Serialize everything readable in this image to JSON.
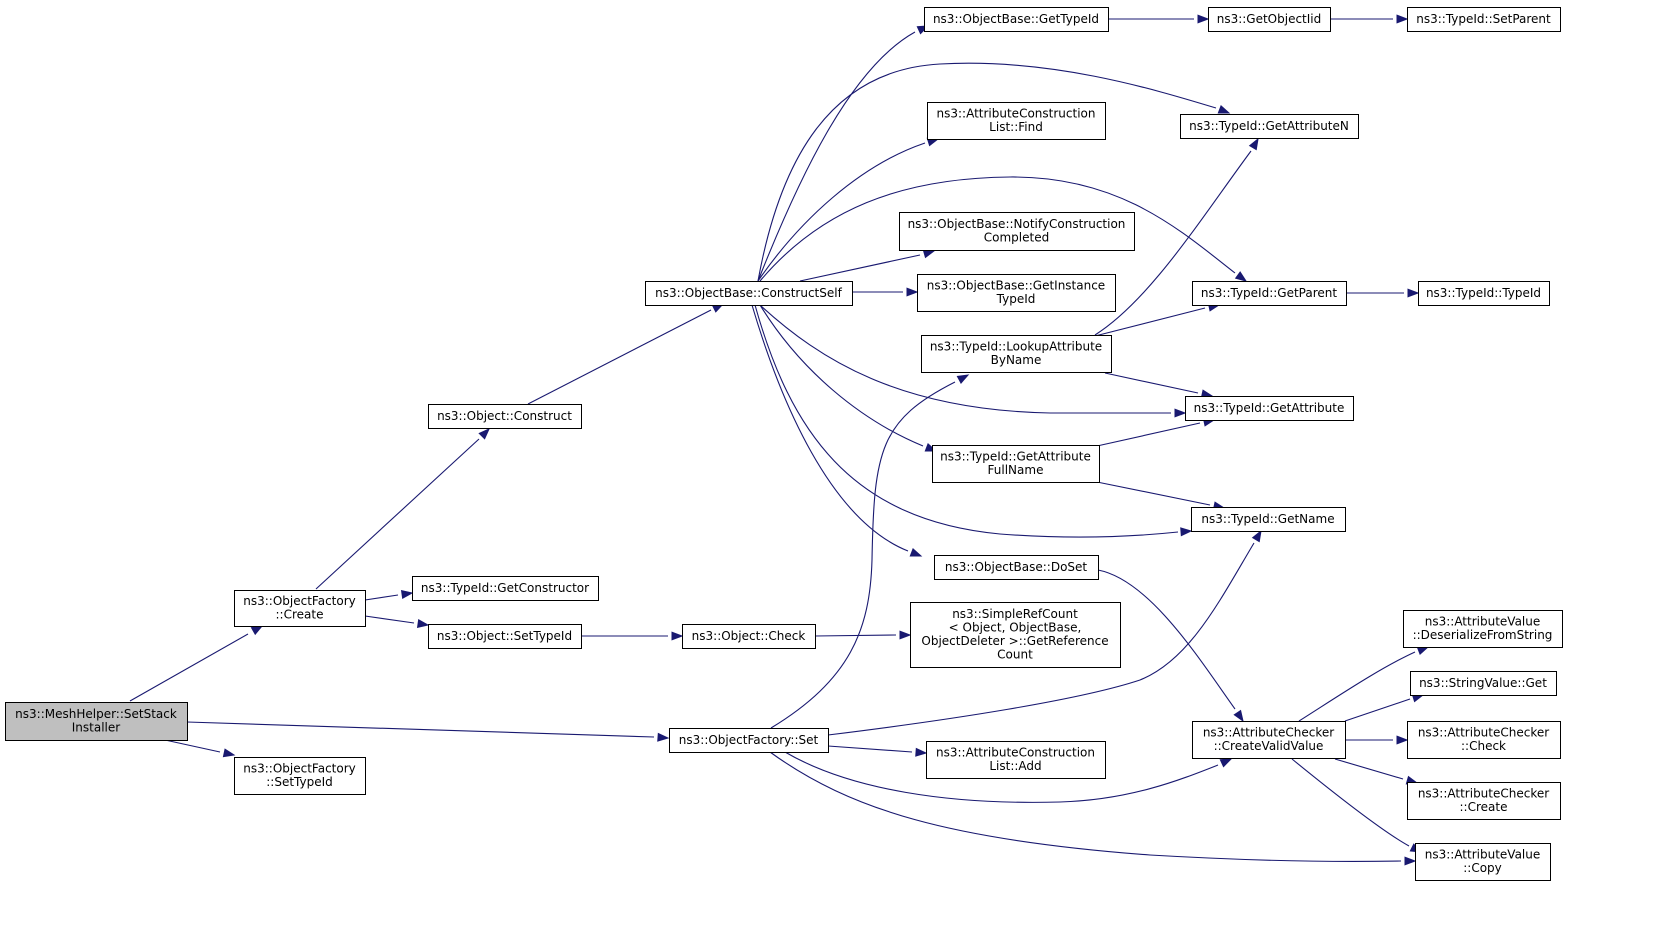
{
  "diagram": {
    "colors": {
      "edge": "#191970",
      "node_fill": "#ffffff",
      "root_fill": "#bfbfbf",
      "node_border": "#000000"
    },
    "nodes": [
      {
        "id": "root",
        "lines": [
          "ns3::MeshHelper::SetStack",
          "Installer"
        ]
      },
      {
        "id": "of_create",
        "lines": [
          "ns3::ObjectFactory",
          "::Create"
        ]
      },
      {
        "id": "of_settypeid",
        "lines": [
          "ns3::ObjectFactory",
          "::SetTypeId"
        ]
      },
      {
        "id": "of_set",
        "lines": [
          "ns3::ObjectFactory::Set"
        ]
      },
      {
        "id": "obj_construct",
        "lines": [
          "ns3::Object::Construct"
        ]
      },
      {
        "id": "tid_getconstructor",
        "lines": [
          "ns3::TypeId::GetConstructor"
        ]
      },
      {
        "id": "obj_settypeid",
        "lines": [
          "ns3::Object::SetTypeId"
        ]
      },
      {
        "id": "ob_constructself",
        "lines": [
          "ns3::ObjectBase::ConstructSelf"
        ]
      },
      {
        "id": "obj_check",
        "lines": [
          "ns3::Object::Check"
        ]
      },
      {
        "id": "ob_gettypeid",
        "lines": [
          "ns3::ObjectBase::GetTypeId"
        ]
      },
      {
        "id": "acl_find",
        "lines": [
          "ns3::AttributeConstruction",
          "List::Find"
        ]
      },
      {
        "id": "ob_notify",
        "lines": [
          "ns3::ObjectBase::NotifyConstruction",
          "Completed"
        ]
      },
      {
        "id": "ob_getinstance",
        "lines": [
          "ns3::ObjectBase::GetInstance",
          "TypeId"
        ]
      },
      {
        "id": "tid_lookup",
        "lines": [
          "ns3::TypeId::LookupAttribute",
          "ByName"
        ]
      },
      {
        "id": "tid_getattrfull",
        "lines": [
          "ns3::TypeId::GetAttribute",
          "FullName"
        ]
      },
      {
        "id": "ob_doset",
        "lines": [
          "ns3::ObjectBase::DoSet"
        ]
      },
      {
        "id": "src_getref",
        "lines": [
          "ns3::SimpleRefCount",
          "< Object, ObjectBase,",
          "ObjectDeleter >::GetReference",
          "Count"
        ]
      },
      {
        "id": "acl_add",
        "lines": [
          "ns3::AttributeConstruction",
          "List::Add"
        ]
      },
      {
        "id": "getobjectiid",
        "lines": [
          "ns3::GetObjectIid"
        ]
      },
      {
        "id": "tid_getattrn",
        "lines": [
          "ns3::TypeId::GetAttributeN"
        ]
      },
      {
        "id": "tid_getparent",
        "lines": [
          "ns3::TypeId::GetParent"
        ]
      },
      {
        "id": "tid_getattribute",
        "lines": [
          "ns3::TypeId::GetAttribute"
        ]
      },
      {
        "id": "tid_getname",
        "lines": [
          "ns3::TypeId::GetName"
        ]
      },
      {
        "id": "ac_createvalid",
        "lines": [
          "ns3::AttributeChecker",
          "::CreateValidValue"
        ]
      },
      {
        "id": "tid_setparent",
        "lines": [
          "ns3::TypeId::SetParent"
        ]
      },
      {
        "id": "tid_typeid",
        "lines": [
          "ns3::TypeId::TypeId"
        ]
      },
      {
        "id": "av_deserialize",
        "lines": [
          "ns3::AttributeValue",
          "::DeserializeFromString"
        ]
      },
      {
        "id": "sv_get",
        "lines": [
          "ns3::StringValue::Get"
        ]
      },
      {
        "id": "ac_check",
        "lines": [
          "ns3::AttributeChecker",
          "::Check"
        ]
      },
      {
        "id": "ac_create",
        "lines": [
          "ns3::AttributeChecker",
          "::Create"
        ]
      },
      {
        "id": "av_copy",
        "lines": [
          "ns3::AttributeValue",
          "::Copy"
        ]
      }
    ],
    "edges": [
      [
        "root",
        "of_create"
      ],
      [
        "root",
        "of_settypeid"
      ],
      [
        "root",
        "of_set"
      ],
      [
        "of_create",
        "obj_construct"
      ],
      [
        "of_create",
        "tid_getconstructor"
      ],
      [
        "of_create",
        "obj_settypeid"
      ],
      [
        "obj_construct",
        "ob_constructself"
      ],
      [
        "obj_settypeid",
        "obj_check"
      ],
      [
        "obj_check",
        "src_getref"
      ],
      [
        "ob_constructself",
        "ob_gettypeid"
      ],
      [
        "ob_constructself",
        "tid_getattrn"
      ],
      [
        "ob_constructself",
        "acl_find"
      ],
      [
        "ob_constructself",
        "tid_getparent"
      ],
      [
        "ob_constructself",
        "ob_notify"
      ],
      [
        "ob_constructself",
        "ob_getinstance"
      ],
      [
        "ob_constructself",
        "tid_getattribute"
      ],
      [
        "ob_constructself",
        "tid_getattrfull"
      ],
      [
        "ob_constructself",
        "tid_getname"
      ],
      [
        "ob_constructself",
        "ob_doset"
      ],
      [
        "ob_gettypeid",
        "getobjectiid"
      ],
      [
        "getobjectiid",
        "tid_setparent"
      ],
      [
        "tid_getparent",
        "tid_typeid"
      ],
      [
        "tid_lookup",
        "tid_getattrn"
      ],
      [
        "tid_lookup",
        "tid_getparent"
      ],
      [
        "tid_lookup",
        "tid_getattribute"
      ],
      [
        "tid_getattrfull",
        "tid_getattribute"
      ],
      [
        "tid_getattrfull",
        "tid_getname"
      ],
      [
        "ob_doset",
        "ac_createvalid"
      ],
      [
        "of_set",
        "tid_lookup"
      ],
      [
        "of_set",
        "tid_getname"
      ],
      [
        "of_set",
        "acl_add"
      ],
      [
        "of_set",
        "ac_createvalid"
      ],
      [
        "of_set",
        "av_copy"
      ],
      [
        "ac_createvalid",
        "av_deserialize"
      ],
      [
        "ac_createvalid",
        "sv_get"
      ],
      [
        "ac_createvalid",
        "ac_check"
      ],
      [
        "ac_createvalid",
        "ac_create"
      ],
      [
        "ac_createvalid",
        "av_copy"
      ]
    ]
  }
}
